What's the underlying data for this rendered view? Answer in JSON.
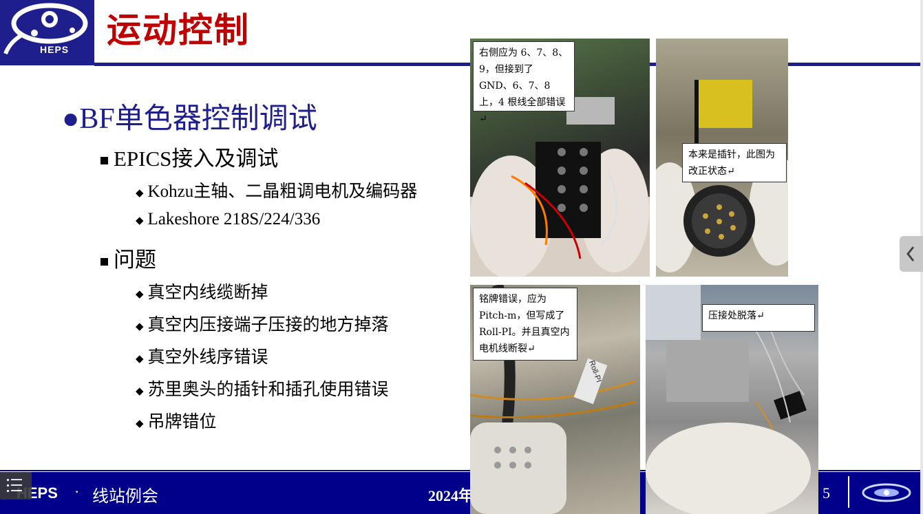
{
  "header": {
    "title": "运动控制",
    "logo_label": "HEPS"
  },
  "content": {
    "level1": "●BF单色器控制调试",
    "epics": {
      "label": "EPICS接入及调试",
      "items": [
        "Kohzu主轴、二晶粗调电机及编码器",
        "Lakeshore 218S/224/336"
      ]
    },
    "problems": {
      "label": "问题",
      "items": [
        "真空内线缆断掉",
        "真空内压接端子压接的地方掉落",
        "真空外线序错误",
        "苏里奥头的插针和插孔使用错误",
        "吊牌错位"
      ]
    }
  },
  "photos": {
    "p1_caption": "右侧应为 6、7、8、9，但接到了 GND、6、7、8 上，4 根线全部错误↵",
    "p2_caption": "本来是插针，此图为改正状态↵",
    "p3_caption": "铭牌错误，应为 Pitch-m，但写成了 Roll-PI。并且真空内电机线断裂↵",
    "p3_tag": "Roll-PI",
    "p4_caption": "压接处脱落↵"
  },
  "footer": {
    "org": "HEPS",
    "dot": "·",
    "meeting": "线站例会",
    "date": "2024年",
    "page": "5"
  },
  "colors": {
    "navy": "#1e1e8c",
    "title_red": "#c00000",
    "footer": "#00008b"
  }
}
